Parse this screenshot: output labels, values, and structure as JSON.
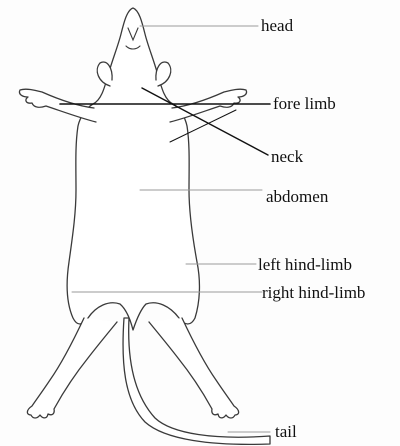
{
  "diagram": {
    "title": "",
    "labels": {
      "head": "head",
      "fore_limb": "fore limb",
      "neck": "neck",
      "abdomen": "abdomen",
      "left_hind_limb": "left hind-limb",
      "right_hind_limb": "right hind-limb",
      "tail": "tail"
    },
    "colors": {
      "outline": "#3a3a3a",
      "leader_dark": "#111111",
      "leader_light": "#9a9a9a",
      "label_text": "#111111"
    }
  }
}
